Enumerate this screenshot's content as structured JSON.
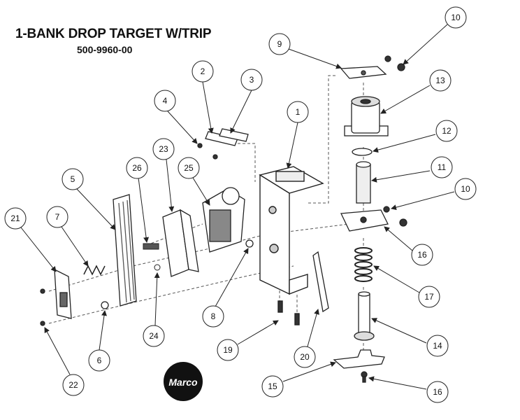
{
  "title": "1-BANK DROP TARGET W/TRIP",
  "part_number": "500-9960-00",
  "logo_text": "Marco",
  "callouts": [
    "1",
    "2",
    "3",
    "4",
    "5",
    "6",
    "7",
    "8",
    "9",
    "10",
    "10",
    "11",
    "12",
    "13",
    "14",
    "15",
    "16",
    "16",
    "17",
    "19",
    "20",
    "21",
    "22",
    "23",
    "24",
    "25",
    "26"
  ]
}
